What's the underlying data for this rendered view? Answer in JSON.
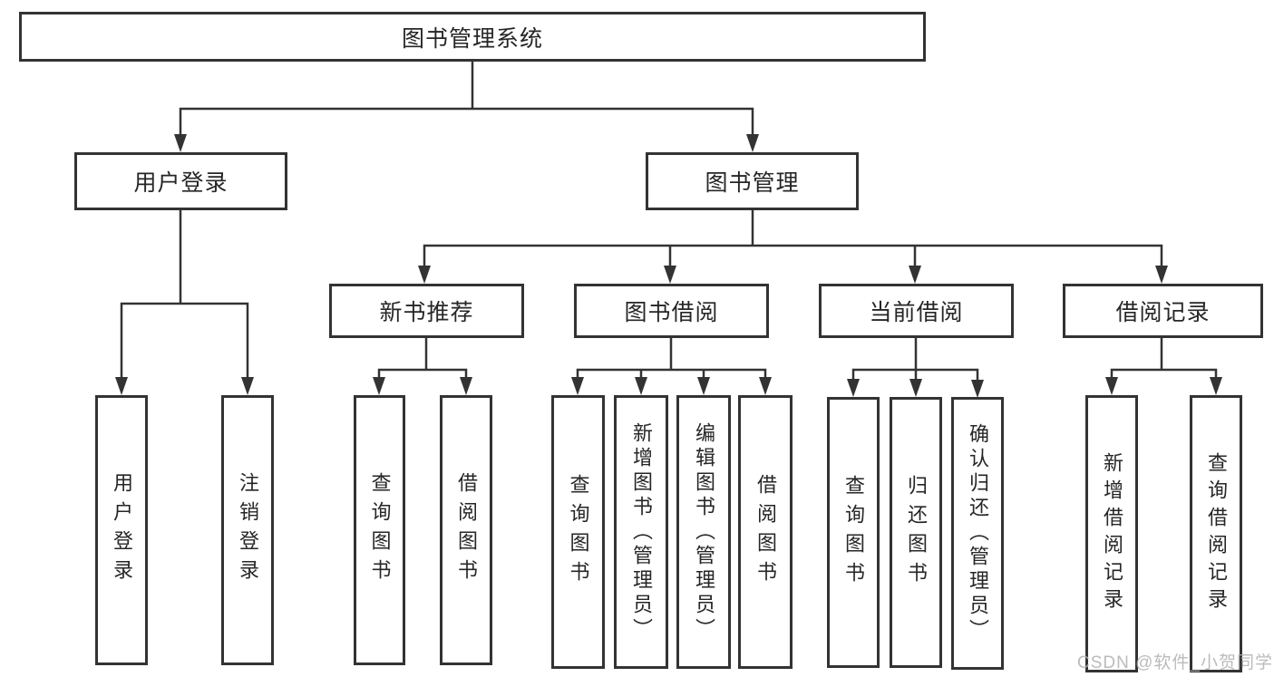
{
  "colors": {
    "line": "#333333",
    "box_border": "#333333",
    "text": "#262626",
    "watermark_text": "#b0b0b0",
    "background": "#ffffff"
  },
  "watermark": "CSDN @软件_小贺同学",
  "diagram": {
    "root": {
      "label": "图书管理系统"
    },
    "branches": [
      {
        "label": "用户登录",
        "children": [
          {
            "label": "用户登录"
          },
          {
            "label": "注销登录"
          }
        ]
      },
      {
        "label": "图书管理",
        "sections": [
          {
            "label": "新书推荐",
            "children": [
              {
                "label": "查询图书"
              },
              {
                "label": "借阅图书"
              }
            ]
          },
          {
            "label": "图书借阅",
            "children": [
              {
                "label": "查询图书"
              },
              {
                "label": "新增图书（管理员）"
              },
              {
                "label": "编辑图书（管理员）"
              },
              {
                "label": "借阅图书"
              }
            ]
          },
          {
            "label": "当前借阅",
            "children": [
              {
                "label": "查询图书"
              },
              {
                "label": "归还图书"
              },
              {
                "label": "确认归还（管理员）"
              }
            ]
          },
          {
            "label": "借阅记录",
            "children": [
              {
                "label": "新增借阅记录"
              },
              {
                "label": "查询借阅记录"
              }
            ]
          }
        ]
      }
    ]
  }
}
